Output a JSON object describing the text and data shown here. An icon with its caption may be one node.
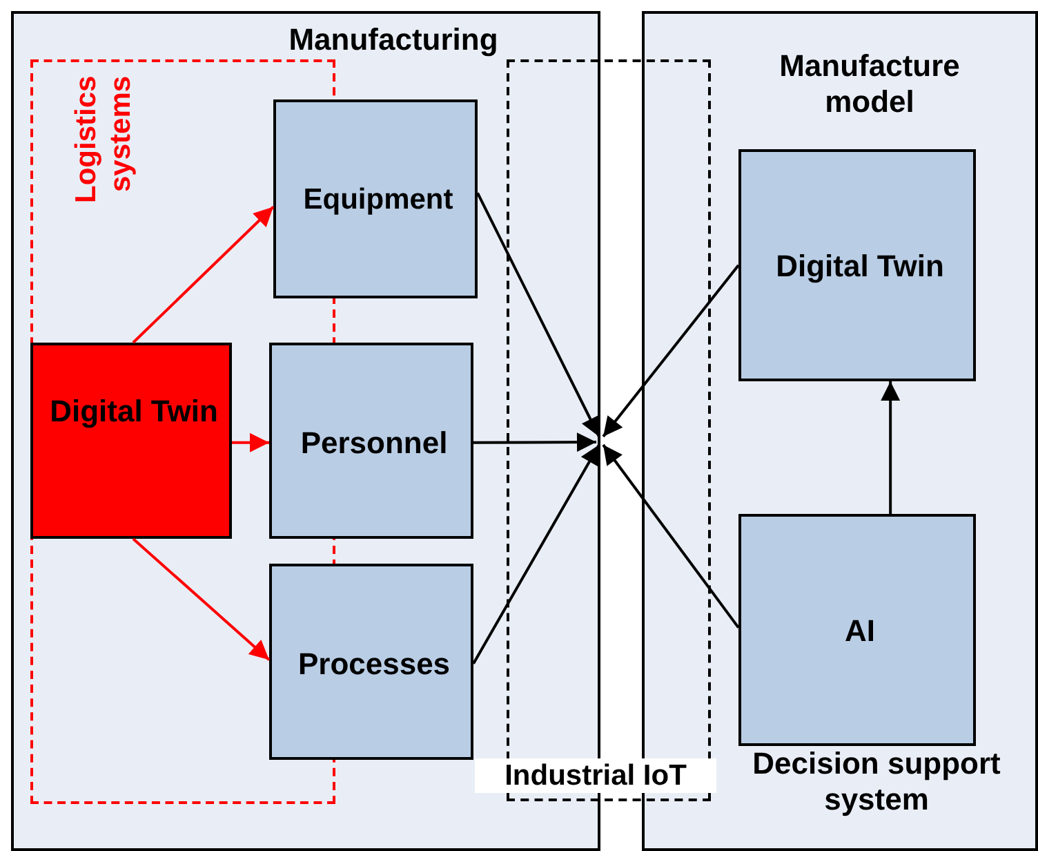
{
  "diagram": {
    "nodes": [
      {
        "text": [
          "Manufacturing"
        ]
      },
      {
        "text": [
          "Logistics systems"
        ],
        "in": 0
      },
      {
        "text": [
          "Digital Twin"
        ],
        "in": 1
      },
      {
        "text": [
          "Equipment"
        ],
        "in": 0
      },
      {
        "text": [
          "Personnel"
        ],
        "in": 0
      },
      {
        "text": [
          "Processes"
        ],
        "in": 0
      },
      {
        "text": [
          "Industrial IoT"
        ]
      },
      {
        "text": [
          "Manufacture model",
          "Decision support system"
        ]
      },
      {
        "text": [
          "Digital Twin"
        ],
        "in": 7
      },
      {
        "text": [
          "AI"
        ],
        "in": 7
      }
    ],
    "edges": [
      {
        "from": 2,
        "to": 3,
        "arrow": "to",
        "color": "#ff0000"
      },
      {
        "from": 2,
        "to": 4,
        "arrow": "to",
        "color": "#ff0000"
      },
      {
        "from": 2,
        "to": 5,
        "arrow": "to",
        "color": "#ff0000"
      },
      {
        "from": 3,
        "to": 6,
        "arrow": "to"
      },
      {
        "from": 4,
        "to": 6,
        "arrow": "to"
      },
      {
        "from": 5,
        "to": 6,
        "arrow": "to"
      },
      {
        "from": 8,
        "to": 6,
        "arrow": "to"
      },
      {
        "from": 9,
        "to": 6,
        "arrow": "to"
      },
      {
        "from": 9,
        "to": 8,
        "arrow": "to"
      }
    ]
  }
}
